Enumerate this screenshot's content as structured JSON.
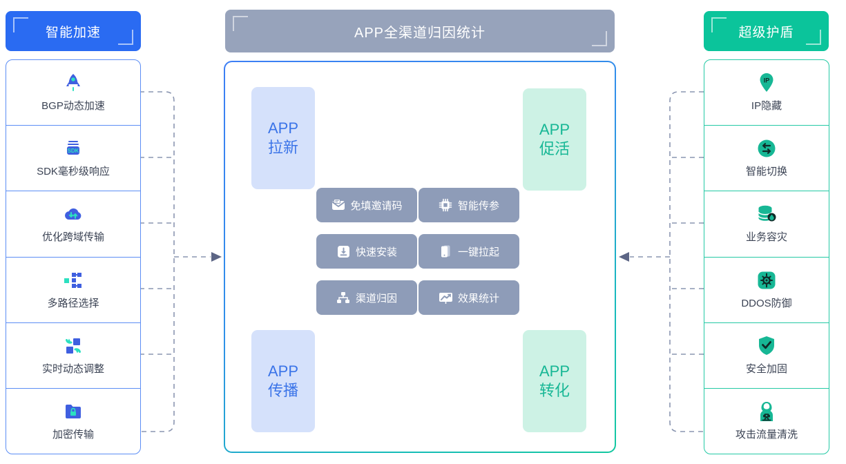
{
  "theme": {
    "blue": "#2a6bf2",
    "blue_soft": "#d5e1fb",
    "blue_text": "#3b74e8",
    "green": "#0bc49b",
    "green_soft": "#cdf2e5",
    "green_text": "#17b795",
    "gray_header": "#97a3bb",
    "chip_gray": "#8e9cb8",
    "label_text": "#3b4354",
    "connector": "#8a95b0"
  },
  "left": {
    "header": {
      "title": "智能加速"
    },
    "items": [
      {
        "label": "BGP动态加速",
        "icon": "rocket-icon"
      },
      {
        "label": "SDK毫秒级响应",
        "icon": "sdk-icon"
      },
      {
        "label": "优化跨域传输",
        "icon": "cloud-transfer-icon"
      },
      {
        "label": "多路径选择",
        "icon": "multipath-icon"
      },
      {
        "label": "实时动态调整",
        "icon": "dynamic-adjust-icon"
      },
      {
        "label": "加密传输",
        "icon": "encrypted-folder-icon"
      }
    ]
  },
  "center": {
    "header": {
      "title": "APP全渠道归因统计"
    },
    "stages": [
      {
        "key": "pull",
        "line1": "APP",
        "line2": "拉新",
        "tone": "blue"
      },
      {
        "key": "active",
        "line1": "APP",
        "line2": "促活",
        "tone": "green"
      },
      {
        "key": "convert",
        "line1": "APP",
        "line2": "转化",
        "tone": "green"
      },
      {
        "key": "spread",
        "line1": "APP",
        "line2": "传播",
        "tone": "blue"
      }
    ],
    "chips": [
      {
        "label": "免填邀请码",
        "icon": "mail-code-icon"
      },
      {
        "label": "智能传参",
        "icon": "chip-cpu-icon"
      },
      {
        "label": "快速安装",
        "icon": "download-box-icon"
      },
      {
        "label": "一键拉起",
        "icon": "phone-launch-icon"
      },
      {
        "label": "渠道归因",
        "icon": "sitemap-icon"
      },
      {
        "label": "效果统计",
        "icon": "chart-board-icon"
      }
    ]
  },
  "right": {
    "header": {
      "title": "超级护盾"
    },
    "items": [
      {
        "label": "IP隐藏",
        "icon": "ip-pin-icon"
      },
      {
        "label": "智能切换",
        "icon": "switch-arrows-icon"
      },
      {
        "label": "业务容灾",
        "icon": "database-disaster-icon"
      },
      {
        "label": "DDOS防御",
        "icon": "ddos-gear-icon"
      },
      {
        "label": "安全加固",
        "icon": "shield-check-icon"
      },
      {
        "label": "攻击流量清洗",
        "icon": "hacker-icon"
      }
    ]
  }
}
